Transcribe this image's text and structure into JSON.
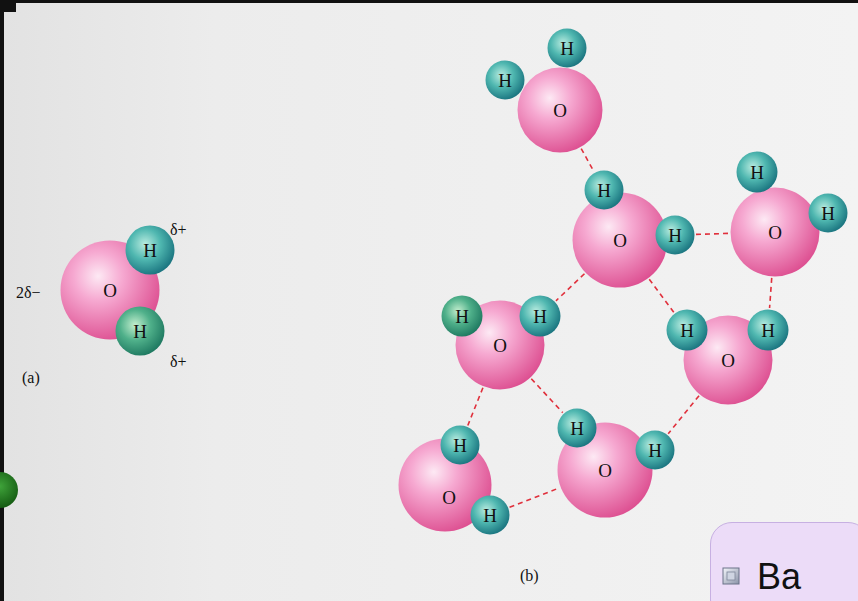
{
  "diagram": {
    "nodes": [
      {
        "text": [
          "O"
        ]
      },
      {
        "text": [
          "H"
        ]
      },
      {
        "text": [
          "H"
        ]
      },
      {
        "text": [
          "O"
        ]
      },
      {
        "text": [
          "H"
        ]
      },
      {
        "text": [
          "H"
        ]
      },
      {
        "text": [
          "O"
        ]
      },
      {
        "text": [
          "H"
        ]
      },
      {
        "text": [
          "H"
        ]
      },
      {
        "text": [
          "O"
        ]
      },
      {
        "text": [
          "H"
        ]
      },
      {
        "text": [
          "H"
        ]
      },
      {
        "text": [
          "O"
        ]
      },
      {
        "text": [
          "H"
        ]
      },
      {
        "text": [
          "H"
        ]
      },
      {
        "text": [
          "O"
        ]
      },
      {
        "text": [
          "H"
        ]
      },
      {
        "text": [
          "H"
        ]
      },
      {
        "text": [
          "O"
        ]
      },
      {
        "text": [
          "H"
        ]
      },
      {
        "text": [
          "H"
        ]
      },
      {
        "text": [
          "O"
        ]
      },
      {
        "text": [
          "H"
        ]
      },
      {
        "text": [
          "H"
        ]
      },
      {
        "text": [
          "Ba"
        ]
      }
    ],
    "edges": [
      {
        "from": 3,
        "to": 7,
        "arrow": "none"
      },
      {
        "from": 8,
        "to": 9,
        "arrow": "none"
      },
      {
        "from": 9,
        "to": 14,
        "arrow": "none"
      },
      {
        "from": 6,
        "to": 13,
        "arrow": "none"
      },
      {
        "from": 6,
        "to": 17,
        "arrow": "none"
      },
      {
        "from": 12,
        "to": 20,
        "arrow": "none"
      },
      {
        "from": 15,
        "to": 19,
        "arrow": "none"
      },
      {
        "from": 15,
        "to": 22,
        "arrow": "none"
      },
      {
        "from": 23,
        "to": 18,
        "arrow": "none"
      }
    ],
    "labels": [
      "2δ−",
      "δ+",
      "δ+",
      "(a)",
      "(b)"
    ]
  }
}
